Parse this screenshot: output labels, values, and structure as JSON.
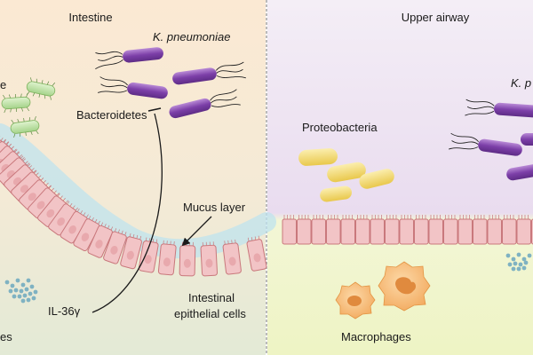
{
  "panels": {
    "left": {
      "title": "Intestine",
      "k_pneumoniae": "K. pneumoniae",
      "bacteroidetes": "Bacteroidetes",
      "mucus_layer": "Mucus layer",
      "epithelial_line1": "Intestinal",
      "epithelial_line2": "epithelial cells",
      "cytokine": "IL-36γ",
      "left_edge_top": "e",
      "left_edge_bottom": "es"
    },
    "right": {
      "title": "Upper airway",
      "proteobacteria": "Proteobacteria",
      "macrophages": "Macrophages",
      "k_pneumoniae_partial": "K. p"
    }
  },
  "colors": {
    "intestine_bg_top": "#fbe9d3",
    "intestine_bg_bottom": "#e6ecd9",
    "airway_bg_top": "#ece3f2",
    "airway_bg_bottom": "#f2f6d4",
    "panel_border": "#8c8c8c",
    "epithelial_fill": "#f2c4c6",
    "epithelial_stroke": "#c9787c",
    "mucus": "#bfe3ee",
    "k_pneumoniae_fill": "#8a4fb5",
    "bacteroidetes_fill": "#bfe3a8",
    "proteobacteria_fill": "#f5dc74",
    "macrophage_fill": "#f6b86e",
    "macrophage_nucleus": "#e08a3e",
    "dots": "#7fb2c2"
  }
}
